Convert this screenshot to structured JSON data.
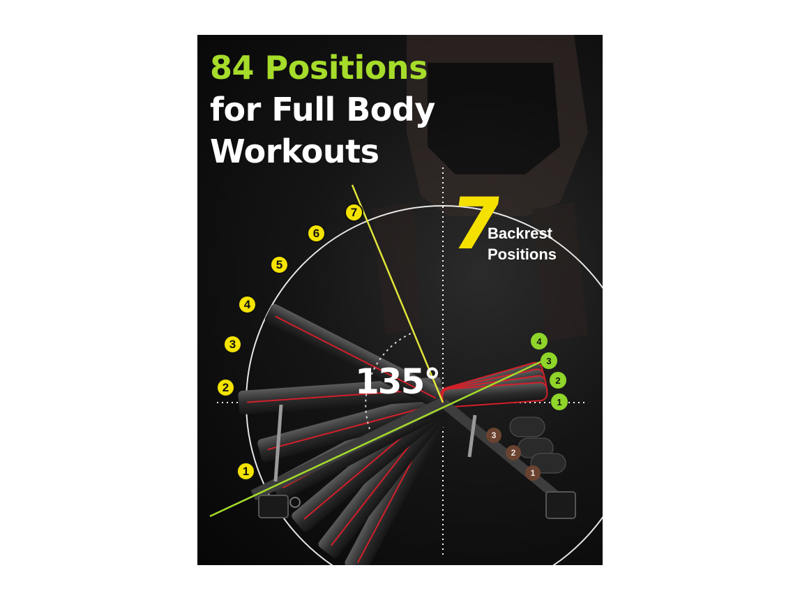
{
  "headline": {
    "line1": "84 Positions",
    "line2": "for Full Body",
    "line3": "Workouts"
  },
  "backrest": {
    "count": "7",
    "label_line1": "Backrest",
    "label_line2": "Positions"
  },
  "angle_label": "135°",
  "backrest_badges": [
    "1",
    "2",
    "3",
    "4",
    "5",
    "6",
    "7"
  ],
  "seat_badges": [
    "1",
    "2",
    "3",
    "4"
  ],
  "leg_badges": [
    "1",
    "2",
    "3"
  ],
  "colors": {
    "accent_green": "#a6dc2a",
    "badge_yellow": "#f4e400",
    "seat_green": "#8fd52a",
    "leg_brown": "#6a4330",
    "padding_red": "#d3202a"
  }
}
